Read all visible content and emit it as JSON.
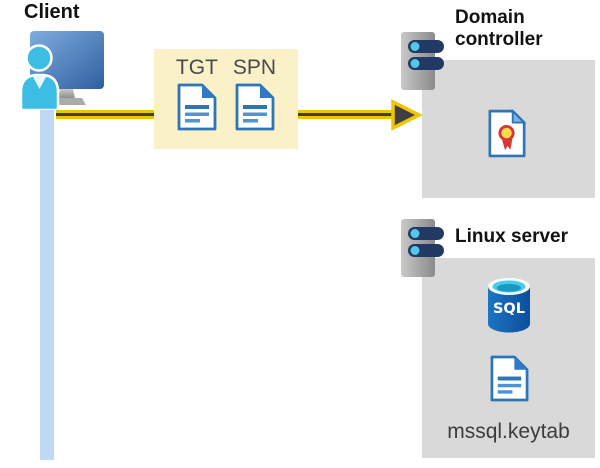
{
  "client": {
    "label": "Client"
  },
  "tickets": {
    "tgt": "TGT",
    "spn": "SPN"
  },
  "domain_controller": {
    "label": "Domain controller"
  },
  "linux_server": {
    "label": "Linux server",
    "keytab": "mssql.keytab"
  },
  "sql": {
    "label": "SQL"
  },
  "icons": {
    "client": "person-at-computer-icon",
    "tgt": "document-icon",
    "spn": "document-icon",
    "domain_controller": "server-icon",
    "certificate": "certificate-icon",
    "linux_server": "server-icon",
    "database": "sql-database-icon",
    "keytab_file": "document-icon",
    "arrow": "right-arrow"
  },
  "colors": {
    "background": "#FFFFFF",
    "ticket_box_yellow": "#FAF1C9",
    "arrow_yellow": "#F2C400",
    "arrow_dark": "#3F3F3F",
    "panel_gray": "#D9D9D9",
    "client_line_blue": "#BFD9F4",
    "document_blue": "#2E75B6",
    "document_line_light_blue": "#4E94D4",
    "server_bar_navy": "#203A63",
    "server_dot_cyan": "#54C8EA",
    "person_cyan": "#3CBEE4",
    "monitor_blue": "#3A67A8",
    "sql_body_blue": "#11529E",
    "sql_top_cyan": "#49CBE8",
    "certificate_red": "#D93438",
    "certificate_gold": "#FFD94F",
    "title_text": "#121212",
    "label_text": "#4A4A4A"
  }
}
